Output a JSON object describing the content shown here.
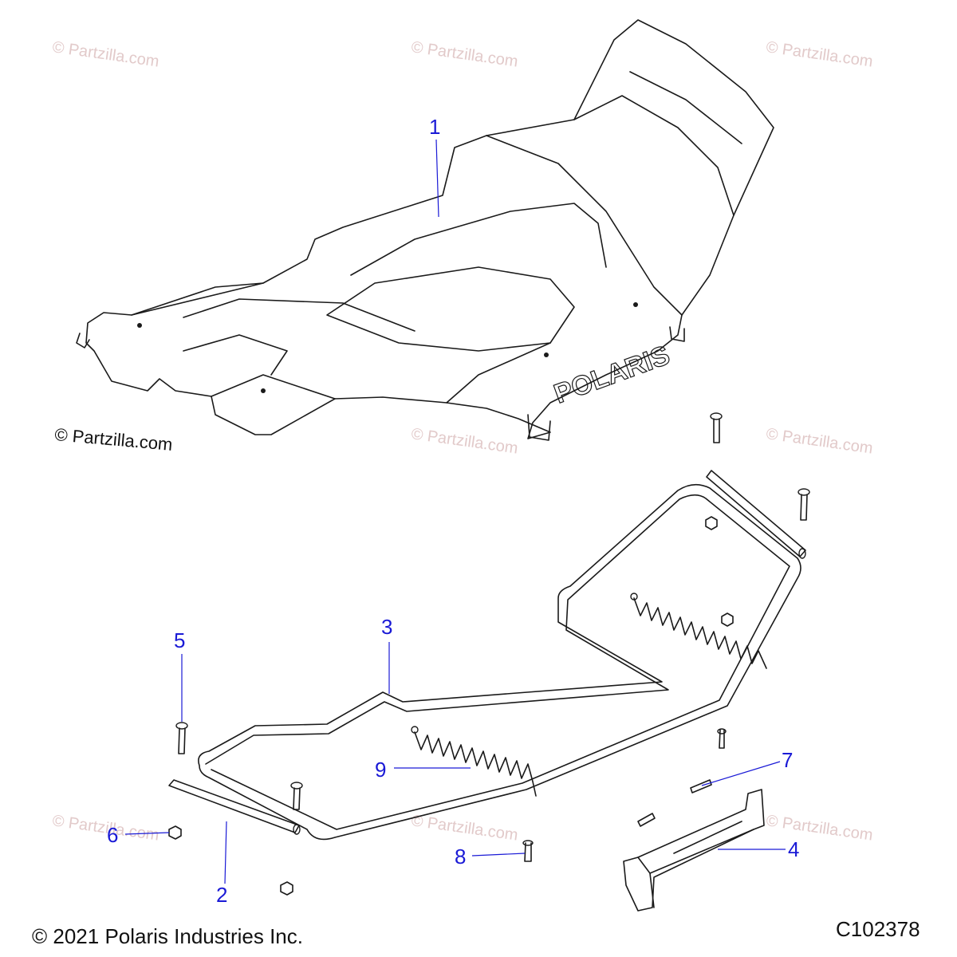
{
  "watermarks": [
    "© Partzilla.com",
    "© Partzilla.com",
    "© Partzilla.com",
    "© Partzilla.com",
    "© Partzilla.com",
    "© Partzilla.com",
    "© Partzilla.com",
    "© Partzilla.com"
  ],
  "main_watermark": "© Partzilla.com",
  "hood_logo": "POLARIS",
  "callouts": [
    "1",
    "2",
    "3",
    "4",
    "5",
    "6",
    "7",
    "8",
    "9"
  ],
  "footer": {
    "copyright": "© 2021 Polaris Industries Inc.",
    "diagram_id": "C102378"
  },
  "colors": {
    "callout": "#1a1ad6",
    "linework": "#1a1a1a",
    "watermark": "#e2caca"
  }
}
